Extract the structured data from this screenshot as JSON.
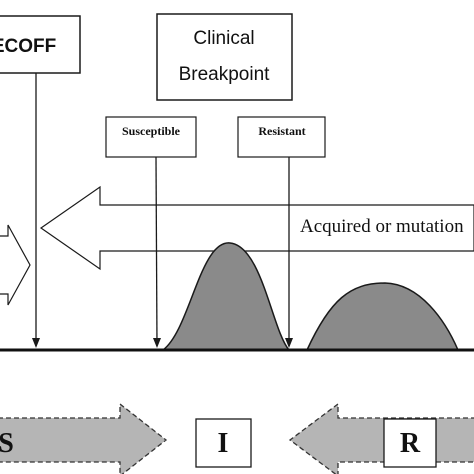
{
  "labels": {
    "ecoff": "ECOFF",
    "clinical_line1": "Clinical",
    "clinical_line2": "Breakpoint",
    "susceptible": "Susceptible",
    "resistant": "Resistant",
    "acquired": "Acquired or mutation",
    "s": "S",
    "i": "I",
    "r": "R"
  },
  "colors": {
    "curve_fill": "#8a8a8a",
    "arrow_fill": "#b5b5b5",
    "line": "#1a1a1a",
    "background": "#ffffff"
  }
}
